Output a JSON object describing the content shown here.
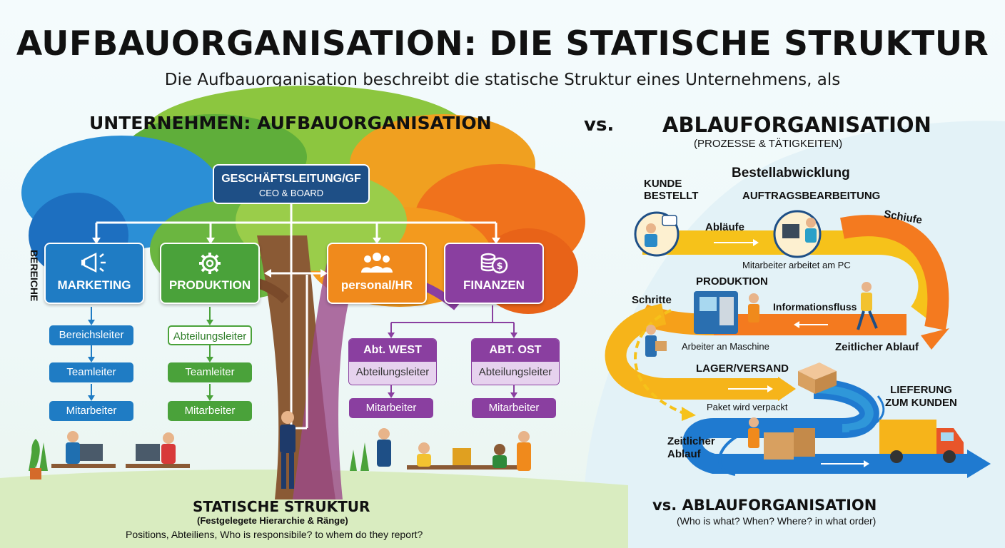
{
  "title": "AUFBAUORGANISATION: DIE STATISCHE STRUKTUR",
  "subtitle": "Die Aufbauorganisation beschreibt die statische Struktur eines Unternehmens, als",
  "left": {
    "heading": "UNTERNEHMEN: AUFBAUORGANISATION",
    "side_label": "BEREICHE",
    "top_node": {
      "title": "GESCHÄFTSLEITUNG/GF",
      "subtitle": "CEO & BOARD"
    },
    "departments": [
      {
        "label": "MARKETING",
        "icon": "megaphone-icon",
        "color": "#1f7cc4"
      },
      {
        "label": "PRODUKTION",
        "icon": "gear-icon",
        "color": "#4aa23a"
      },
      {
        "label": "personal/HR",
        "icon": "people-icon",
        "color": "#f08a1c"
      },
      {
        "label": "FINANZEN",
        "icon": "coins-icon",
        "color": "#8a3fa0"
      }
    ],
    "marketing_chain": [
      "Bereichsleiter",
      "Teamleiter",
      "Mitarbeiter"
    ],
    "produktion_chain": [
      "Abteilungsleiter",
      "Teamleiter",
      "Mitarbeiter"
    ],
    "west": {
      "title": "Abt. WEST",
      "role": "Abteilungsleiter",
      "staff": "Mitarbeiter"
    },
    "ost": {
      "title": "ABT. OST",
      "role": "Abteilungsleiter",
      "staff": "Mitarbeiter"
    },
    "footer_title": "STATISCHE STRUKTUR",
    "footer_sub": "(Festgelegete Hierarchie & Ränge)",
    "footer_text": "Positions, Abteiliens, Who is responsibile? to whem do they report?"
  },
  "vs": "vs.",
  "right": {
    "heading": "ABLAUFORGANISATION",
    "heading_sub": "(PROZESSE & TÄTIGKEITEN)",
    "process_title": "Bestellabwicklung",
    "labels": {
      "kunde": "KUNDE\nBESTELLT",
      "auftrag": "AUFTRAGSBEARBEITUNG",
      "ablaeufe": "Abläufe",
      "schiufe": "Schiufe",
      "mitarbeiter_pc": "Mitarbeiter arbeitet am PC",
      "produktion": "PRODUKTION",
      "schritte": "Schritte",
      "informationsfluss": "Informationsfluss",
      "arbeiter": "Arbeiter an Maschine",
      "zeitlicher": "Zeitlicher Ablauf",
      "lager": "LAGER/VERSAND",
      "paket": "Paket wird verpackt",
      "lieferung": "LIEFERUNG\nZUM KUNDEN",
      "zeitlicher2": "Zeitlicher\nAblauf"
    },
    "footer_title": "vs. ABLAUFORGANISATION",
    "footer_text": "(Who is what? When? Where? in what order)"
  },
  "colors": {
    "navy": "#1e4f86",
    "blue": "#1f7cc4",
    "green": "#4aa23a",
    "orange": "#f08a1c",
    "purple": "#8a3fa0",
    "flow_yellow": "#f6c21a",
    "flow_orange": "#f47a1f",
    "flow_blue": "#1f7ad0"
  }
}
